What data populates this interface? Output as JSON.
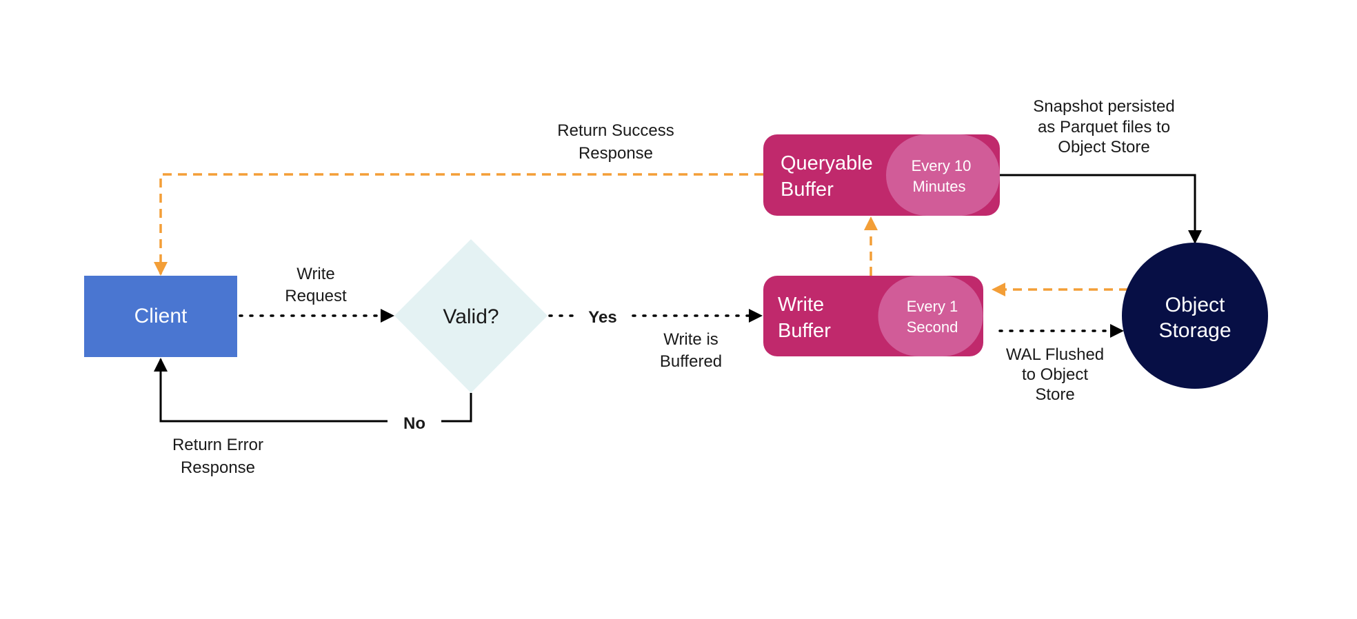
{
  "diagram": {
    "colors": {
      "client": "#4A76D1",
      "buffer_dark": "#C0296C",
      "buffer_light": "#D15C98",
      "object_storage": "#070F45",
      "decision": "#E4F2F3",
      "async_arrow": "#F39E37",
      "sync_arrow": "#000000"
    },
    "nodes": {
      "client": {
        "label": "Client"
      },
      "decision": {
        "label": "Valid?"
      },
      "write_buffer": {
        "label_line1": "Write",
        "label_line2": "Buffer",
        "interval_line1": "Every 1",
        "interval_line2": "Second"
      },
      "queryable_buffer": {
        "label_line1": "Queryable",
        "label_line2": "Buffer",
        "interval_line1": "Every 10",
        "interval_line2": "Minutes"
      },
      "object_storage": {
        "label_line1": "Object",
        "label_line2": "Storage"
      }
    },
    "edges": {
      "write_request": {
        "line1": "Write",
        "line2": "Request"
      },
      "yes": {
        "label": "Yes"
      },
      "no": {
        "label": "No"
      },
      "write_buffered": {
        "line1": "Write is",
        "line2": "Buffered"
      },
      "return_error": {
        "line1": "Return Error",
        "line2": "Response"
      },
      "return_success": {
        "line1": "Return Success",
        "line2": "Response"
      },
      "wal_flushed": {
        "line1": "WAL Flushed",
        "line2": "to Object",
        "line3": "Store"
      },
      "snapshot": {
        "line1": "Snapshot persisted",
        "line2": "as Parquet files to",
        "line3": "Object Store"
      }
    }
  }
}
